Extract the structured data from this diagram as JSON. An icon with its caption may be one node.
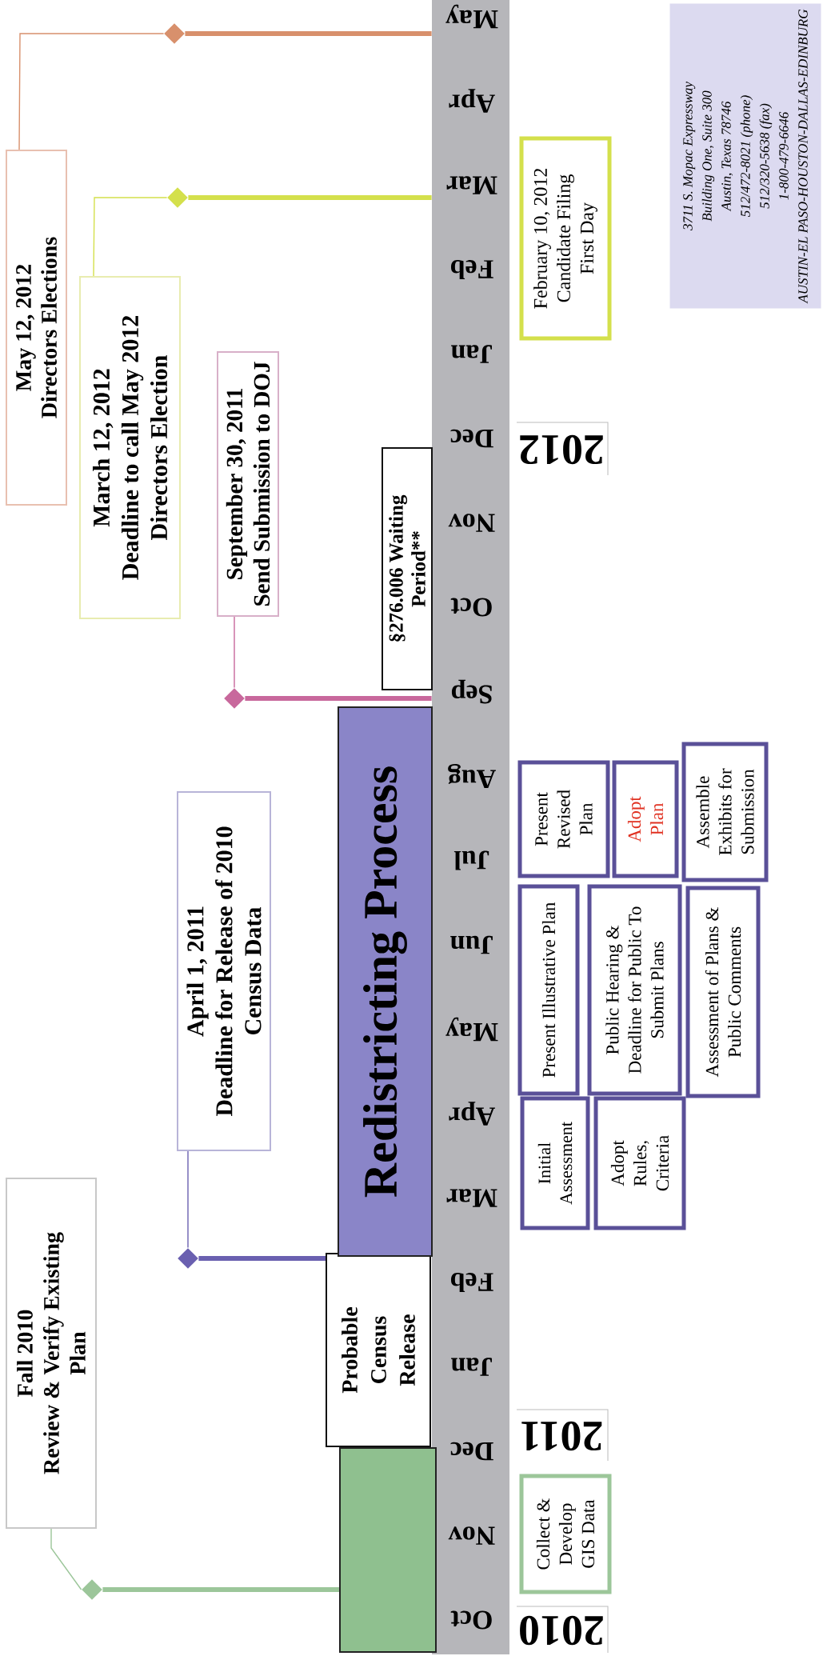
{
  "diagram": {
    "nodes": [
      {
        "text": [
          "Oct",
          "Nov",
          "Dec",
          "Jan",
          "Feb",
          "Mar",
          "Apr",
          "May",
          "Jun",
          "Jul",
          "Aug",
          "Sep",
          "Oct",
          "Nov",
          "Dec",
          "Jan",
          "Feb",
          "Mar",
          "Apr",
          "May"
        ]
      },
      {
        "text": [],
        "shape": "bar"
      },
      {
        "text": [
          "Probable Census Release"
        ]
      },
      {
        "text": [
          "Redistricting Process"
        ]
      },
      {
        "text": [
          "§276.006 Waiting Period**"
        ]
      },
      {
        "text": [
          "Fall 2010",
          "Review & Verify Existing Plan"
        ]
      },
      {
        "text": [],
        "shape": "diamond"
      },
      {
        "text": [
          "April 1, 2011",
          "Deadline for Release of 2010 Census Data"
        ]
      },
      {
        "text": [],
        "shape": "diamond"
      },
      {
        "text": [
          "September 30, 2011",
          "Send Submission to DOJ"
        ]
      },
      {
        "text": [],
        "shape": "diamond"
      },
      {
        "text": [
          "March 12, 2012",
          "Deadline to call May 2012 Directors Election"
        ]
      },
      {
        "text": [],
        "shape": "diamond"
      },
      {
        "text": [
          "May 12, 2012",
          "Directors Elections"
        ]
      },
      {
        "text": [],
        "shape": "diamond"
      },
      {
        "text": [
          "February 10, 2012 Candidate Filing First Day"
        ]
      },
      {
        "text": [
          "3711 S. Mopac Expressway",
          "Building One, Suite 300",
          "Austin, Texas 78746",
          "512/472-8021 (phone)",
          "512/320-5638 (fax)",
          "1-800-479-6646",
          "AUSTIN-EL PASO-HOUSTON-DALLAS-EDINBURG"
        ]
      },
      {
        "text": [
          "Present Revised Plan"
        ]
      },
      {
        "text": [
          "Adopt Plan"
        ]
      },
      {
        "text": [
          "Assemble Exhibits for Submission"
        ]
      },
      {
        "text": [
          "Present Illustrative Plan"
        ]
      },
      {
        "text": [
          "Public Hearing & Deadline for Public To Submit Plans"
        ]
      },
      {
        "text": [
          "Assessment of Plans & Public Comments"
        ]
      },
      {
        "text": [
          "Initial Assessment"
        ]
      },
      {
        "text": [
          "Adopt Rules, Criteria"
        ]
      },
      {
        "text": [
          "Collect & Develop GIS Data"
        ]
      }
    ],
    "edges": [
      {
        "from": 5,
        "to": 6,
        "arrow": "none",
        "color": "#9cc69a"
      },
      {
        "from": 6,
        "to": 1,
        "arrow": "none",
        "style": "thick",
        "color": "#9cc69a"
      },
      {
        "from": 7,
        "to": 8,
        "arrow": "none",
        "color": "#6a60b0"
      },
      {
        "from": 8,
        "to": 2,
        "arrow": "none",
        "style": "thick",
        "color": "#6a60b0"
      },
      {
        "from": 9,
        "to": 10,
        "arrow": "none",
        "color": "#c8689c"
      },
      {
        "from": 10,
        "to": 0,
        "arrow": "none",
        "style": "thick",
        "color": "#c8689c"
      },
      {
        "from": 11,
        "to": 12,
        "arrow": "none",
        "color": "#d4e04c"
      },
      {
        "from": 12,
        "to": 0,
        "arrow": "none",
        "style": "thick",
        "color": "#d4e04c"
      },
      {
        "from": 13,
        "to": 14,
        "arrow": "none",
        "color": "#d8906c"
      },
      {
        "from": 14,
        "to": 0,
        "arrow": "none",
        "style": "thick",
        "color": "#d8906c"
      }
    ],
    "labels": [
      "2010",
      "2011",
      "2012"
    ]
  }
}
